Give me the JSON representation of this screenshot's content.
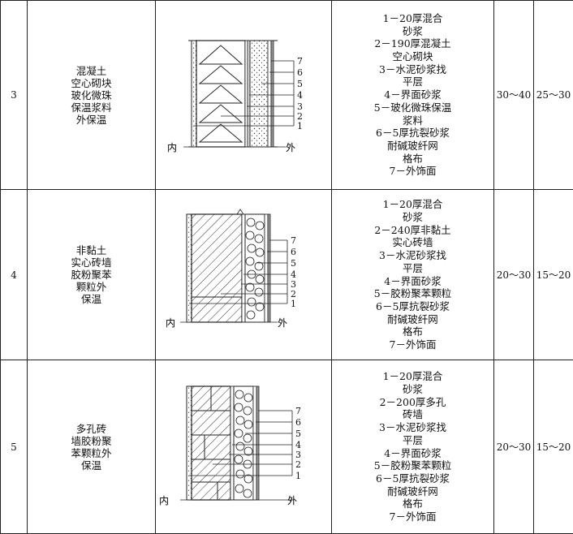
{
  "rows": [
    {
      "num": "3",
      "name_lines": [
        "混凝土",
        "空心砌块",
        "玻化微珠",
        "保温浆料",
        "外保温"
      ],
      "layer_lines": [
        "1－20厚混合",
        "砂浆",
        "2－190厚混凝土",
        "空心砌块",
        "3－水泥砂浆找",
        "平层",
        "4－界面砂浆",
        "5－玻化微珠保温",
        "浆料",
        "6－5厚抗裂砂浆",
        "耐碱玻纤网",
        "格布",
        "7－外饰面"
      ],
      "val1": "30～40",
      "val2": "25～30",
      "fig": {
        "inner": "内",
        "outer": "外",
        "labels": [
          "7",
          "6",
          "5",
          "4",
          "3",
          "2",
          "1"
        ]
      }
    },
    {
      "num": "4",
      "name_lines": [
        "非黏土",
        "实心砖墙",
        "胶粉聚苯",
        "颗粒外",
        "保温"
      ],
      "layer_lines": [
        "1－20厚混合",
        "砂浆",
        "2－240厚非黏土",
        "实心砖墙",
        "3－水泥砂浆找",
        "平层",
        "4－界面砂浆",
        "5－胶粉聚苯颗粒",
        "6－5厚抗裂砂浆",
        "耐碱玻纤网",
        "格布",
        "7－外饰面"
      ],
      "val1": "20～30",
      "val2": "15～20",
      "fig": {
        "inner": "内",
        "outer": "外",
        "labels": [
          "7",
          "6",
          "5",
          "4",
          "3",
          "2",
          "1"
        ]
      }
    },
    {
      "num": "5",
      "name_lines": [
        "多孔砖",
        "墙胶粉聚",
        "苯颗粒外",
        "保温"
      ],
      "layer_lines": [
        "1－20厚混合",
        "砂浆",
        "2－200厚多孔",
        "砖墙",
        "3－水泥砂浆找",
        "平层",
        "4－界面砂浆",
        "5－胶粉聚苯颗粒",
        "6－5厚抗裂砂浆",
        "耐碱玻纤网",
        "格布",
        "7－外饰面"
      ],
      "val1": "20～30",
      "val2": "15～20",
      "fig": {
        "inner": "内",
        "outer": "外",
        "labels": [
          "7",
          "6",
          "5",
          "4",
          "3",
          "2",
          "1"
        ]
      }
    }
  ]
}
